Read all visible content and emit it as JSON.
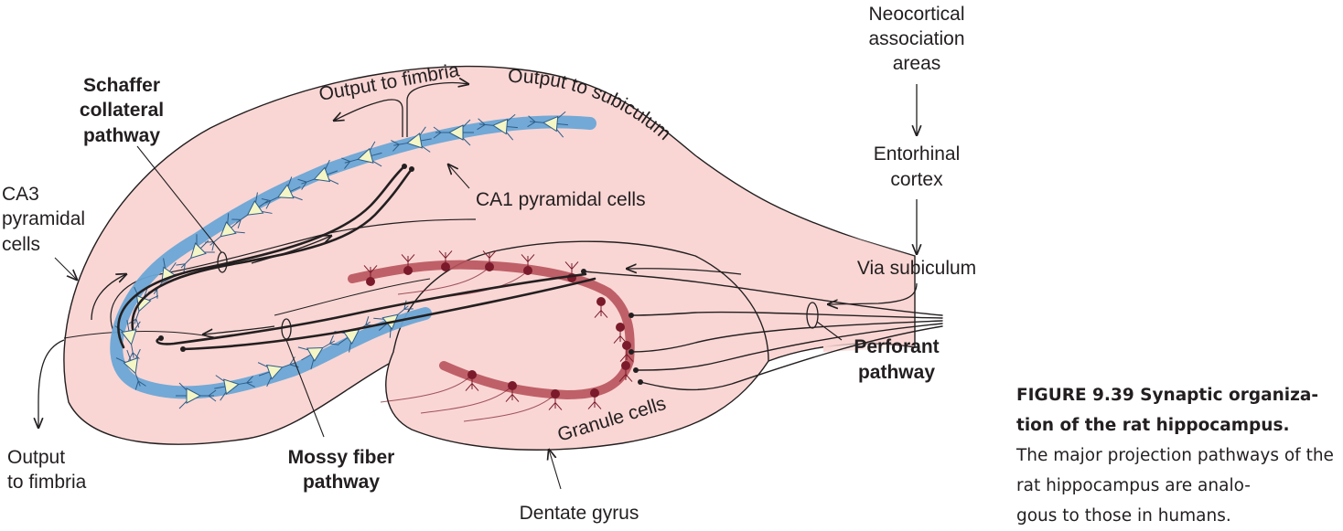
{
  "labels": {
    "neocortical_1": "Neocortical",
    "neocortical_2": "association",
    "neocortical_3": "areas",
    "entorhinal_1": "Entorhinal",
    "entorhinal_2": "cortex",
    "via_subiculum": "Via subiculum",
    "perforant_1": "Perforant",
    "perforant_2": "pathway",
    "schaffer_1": "Schaffer",
    "schaffer_2": "collateral",
    "schaffer_3": "pathway",
    "ca3_1": "CA3",
    "ca3_2": "pyramidal",
    "ca3_3": "cells",
    "output_fimbria_top": "Output to fimbria",
    "output_subiculum": "Output to subiculum",
    "ca1_cells": "CA1 pyramidal cells",
    "output_fimbria_1": "Output",
    "output_fimbria_2": "to fimbria",
    "mossy_1": "Mossy fiber",
    "mossy_2": "pathway",
    "granule_cells": "Granule cells",
    "dentate_gyrus": "Dentate gyrus"
  },
  "caption": {
    "title": "FIGURE 9.39 Synaptic organiza-\ntion of the rat hippocampus.",
    "body": "The major projection pathways of the rat hippocampus are analo-\ngous to those in humans."
  },
  "colors": {
    "tissue": "#f9d6d4",
    "pyramidal_band": "#6aa6d6",
    "granule_band": "#b8535c",
    "granule_dot": "#7a1a2a",
    "cell_fill": "#f4f6c6",
    "ink": "#231f20"
  }
}
